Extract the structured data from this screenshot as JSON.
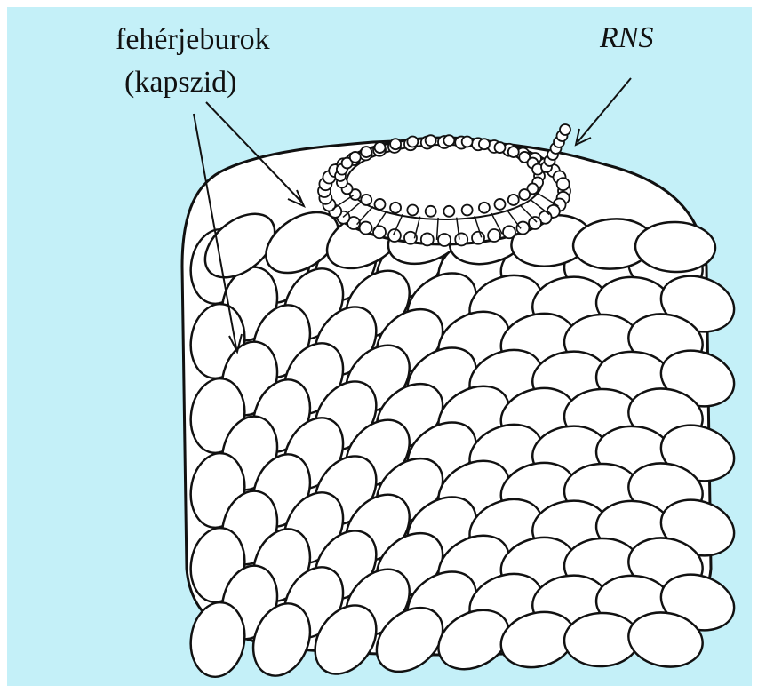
{
  "labels": {
    "capsid_line1": "fehérjeburok",
    "capsid_line2": "(kapszid)",
    "rna": "RNS"
  },
  "colors": {
    "background": "#c4f0f8",
    "outline": "#111111",
    "scale_fill": "#ffffff"
  }
}
